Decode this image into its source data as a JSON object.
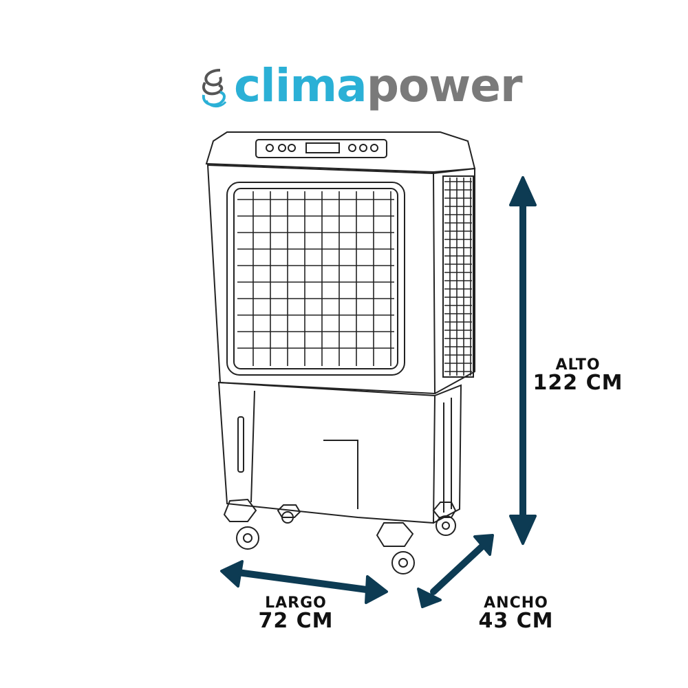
{
  "brand": {
    "part1": "clima",
    "part2": "power",
    "colors": {
      "primary": "#2bb0d6",
      "secondary": "#7a7a7a"
    }
  },
  "dimensions": {
    "alto": {
      "label": "ALTO",
      "value": "122 CM"
    },
    "largo": {
      "label": "LARGO",
      "value": "72 CM"
    },
    "ancho": {
      "label": "ANCHO",
      "value": "43 CM"
    }
  },
  "arrow_color": "#0d3b53",
  "product": "evaporative-air-cooler-line-drawing"
}
